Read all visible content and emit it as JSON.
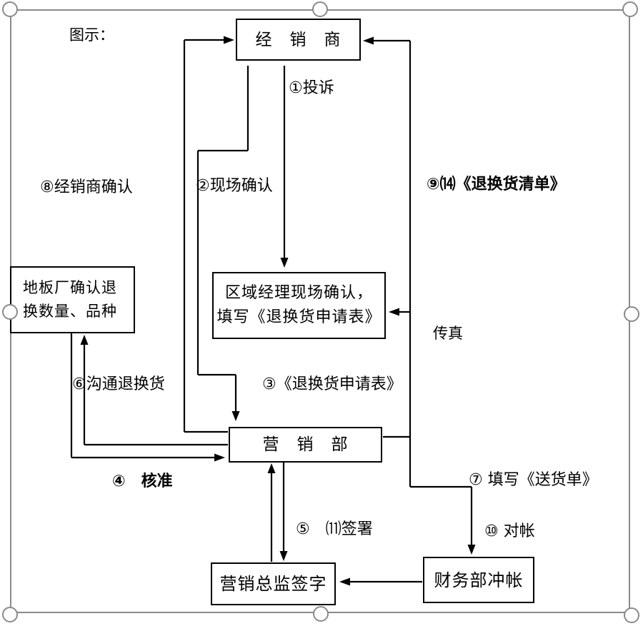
{
  "figure_label": "图示：",
  "boxes": {
    "dealer": "经　销　商",
    "regional_line1": "区域经理现场确认，",
    "regional_line2": "填写《退换货申请表》",
    "marketing": "营　销　部",
    "floor_line1": "地板厂确认退",
    "floor_line2": "换数量、品种",
    "director": "营销总监签字",
    "finance": "财务部冲帐"
  },
  "flow_labels": {
    "step1": "①投诉",
    "step2": "②现场确认",
    "step3": "③《退换货申请表》",
    "step4": "④　核准",
    "step5_11": "⑤　⑾签署",
    "step6": "⑥沟通退换货",
    "step7": "⑦ 填写《送货单》",
    "step8": "⑧经销商确认",
    "step9_14": "⑨⒁《退换货清单》",
    "step10": "⑩ 对帐",
    "fax": "传真"
  },
  "colors": {
    "line": "#000000",
    "canvas_border": "#8a8a8a",
    "background": "#ffffff"
  }
}
